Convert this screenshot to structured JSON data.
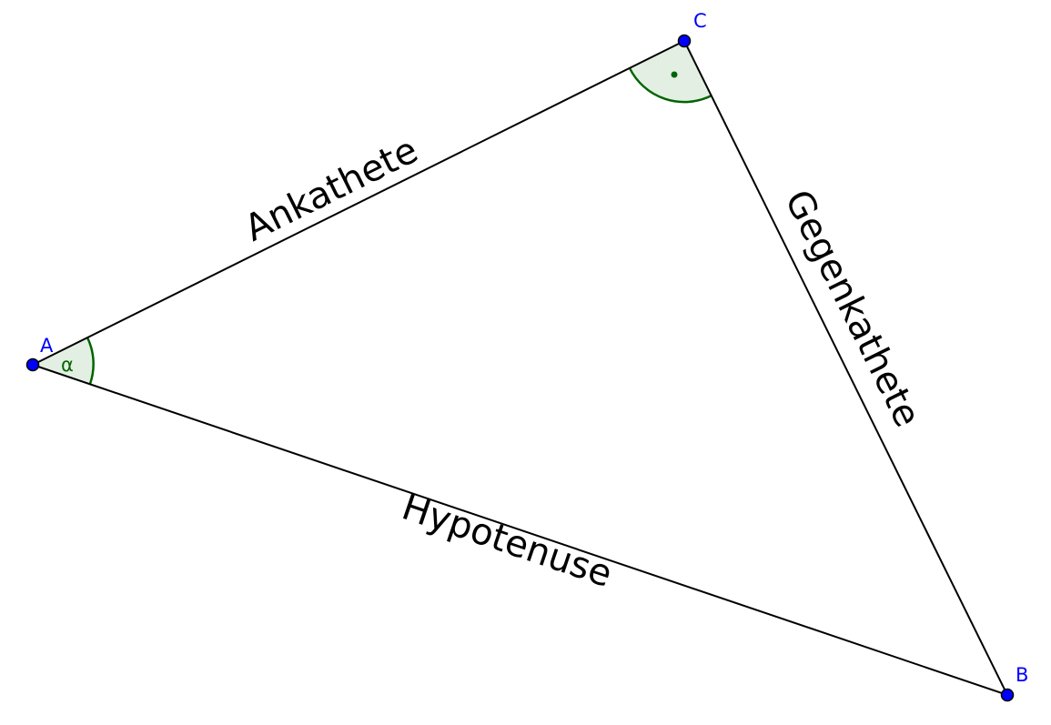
{
  "points": {
    "A": "A",
    "B": "B",
    "C": "C"
  },
  "sides": {
    "adjacent": "Ankathete",
    "opposite": "Gegenkathete",
    "hypotenuse": "Hypotenuse"
  },
  "angle": {
    "alpha": "α"
  },
  "colors": {
    "point": "#0000ff",
    "angle": "#006400",
    "angle_fill": "#e3efe3",
    "line": "#000000"
  }
}
